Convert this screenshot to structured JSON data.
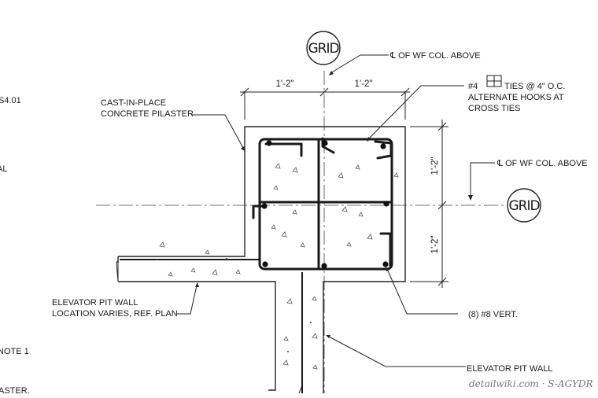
{
  "grid_labels": {
    "top": "GRID",
    "right": "GRID"
  },
  "dimensions": {
    "top_left": "1'-2\"",
    "top_right": "1'-2\"",
    "side_top": "1'-2\"",
    "side_bottom": "1'-2\""
  },
  "notes": {
    "wf_col_top": "℄ OF WF COL. ABOVE",
    "wf_col_right": "℄ OF WF COL. ABOVE",
    "ties_line1_prefix": "#4",
    "ties_line1_suffix": "TIES @ 4\" O.C.",
    "ties_line2": "ALTERNATE HOOKS AT",
    "ties_line3": "CROSS TIES",
    "pilaster_line1": "CAST-IN-PLACE",
    "pilaster_line2": "CONCRETE PILASTER",
    "pit_wall_line1": "ELEVATOR PIT WALL",
    "pit_wall_line2": "LOCATION VARIES, REF. PLAN",
    "vert_bars": "(8) #8 VERT.",
    "pit_wall_bottom": "ELEVATOR PIT WALL"
  },
  "cropped_left_text": [
    "S4.01",
    "AL",
    "NOTE 1",
    "ASTER."
  ],
  "watermark": "detailwiki.com · S-AGYDR"
}
